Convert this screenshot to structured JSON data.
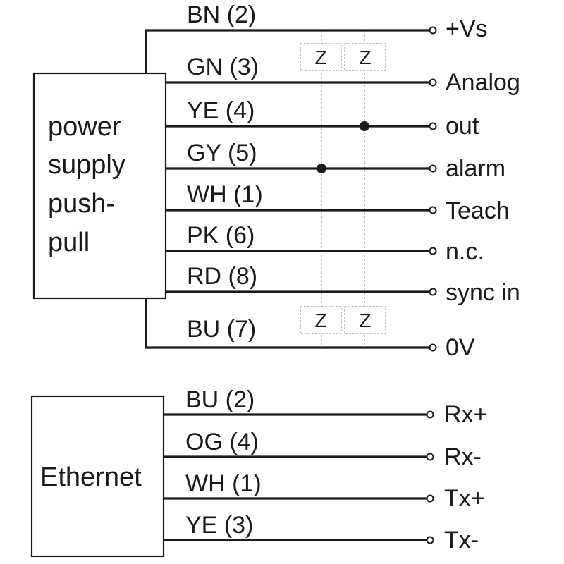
{
  "power_block": {
    "lines": [
      "power",
      "supply",
      "push-",
      "pull"
    ]
  },
  "power_wires": [
    {
      "code": "BN (2)",
      "signal": "+Vs"
    },
    {
      "code": "GN (3)",
      "signal": "Analog"
    },
    {
      "code": "YE (4)",
      "signal": "out"
    },
    {
      "code": "GY (5)",
      "signal": "alarm"
    },
    {
      "code": "WH (1)",
      "signal": "Teach"
    },
    {
      "code": "PK (6)",
      "signal": "n.c."
    },
    {
      "code": "RD (8)",
      "signal": "sync in"
    },
    {
      "code": "BU (7)",
      "signal": "0V"
    }
  ],
  "z_label": "Z",
  "ethernet_block": {
    "label": "Ethernet"
  },
  "ethernet_wires": [
    {
      "code": "BU (2)",
      "signal": "Rx+"
    },
    {
      "code": "OG (4)",
      "signal": "Rx-"
    },
    {
      "code": "WH (1)",
      "signal": "Tx+"
    },
    {
      "code": "YE (3)",
      "signal": "Tx-"
    }
  ]
}
